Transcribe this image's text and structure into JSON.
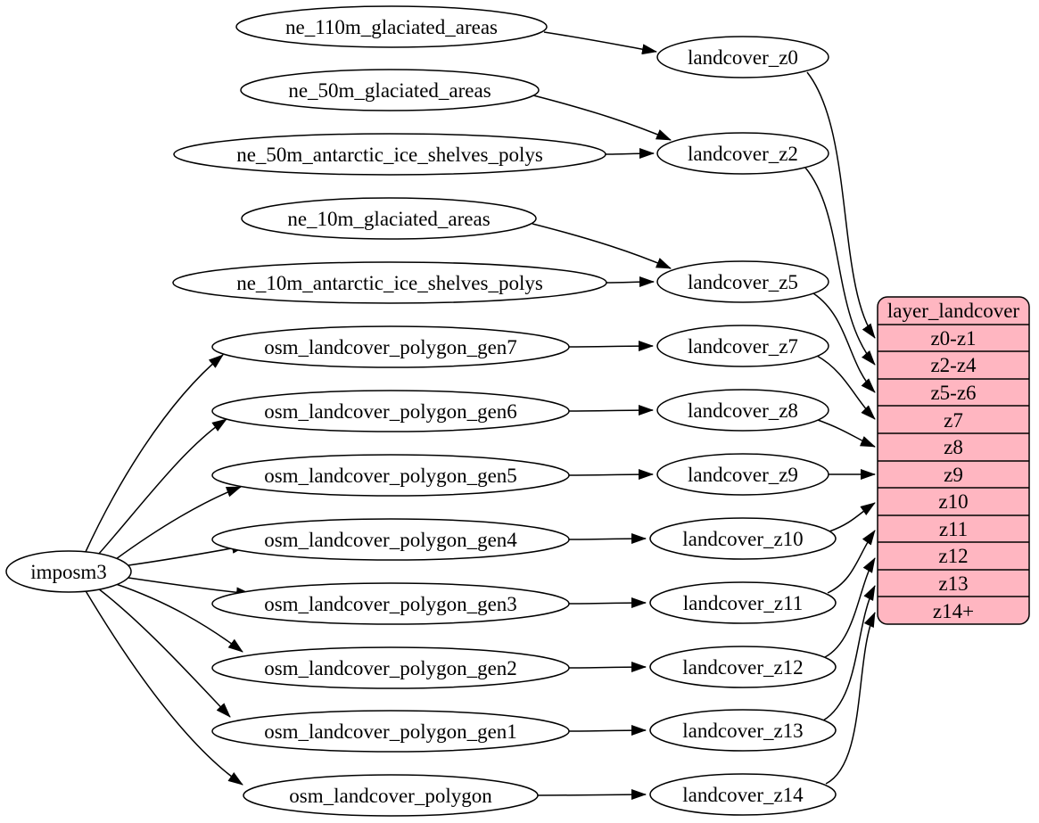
{
  "diagram": {
    "kind": "graphviz-dependency-graph",
    "colors": {
      "background": "#ffffff",
      "node_fill": "#ffffff",
      "record_fill": "#ffb6c1",
      "stroke": "#000000",
      "text": "#000000"
    }
  },
  "nodes": {
    "root": {
      "label": "imposm3"
    },
    "sources": [
      {
        "label": "ne_110m_glaciated_areas"
      },
      {
        "label": "ne_50m_glaciated_areas"
      },
      {
        "label": "ne_50m_antarctic_ice_shelves_polys"
      },
      {
        "label": "ne_10m_glaciated_areas"
      },
      {
        "label": "ne_10m_antarctic_ice_shelves_polys"
      },
      {
        "label": "osm_landcover_polygon_gen7"
      },
      {
        "label": "osm_landcover_polygon_gen6"
      },
      {
        "label": "osm_landcover_polygon_gen5"
      },
      {
        "label": "osm_landcover_polygon_gen4"
      },
      {
        "label": "osm_landcover_polygon_gen3"
      },
      {
        "label": "osm_landcover_polygon_gen2"
      },
      {
        "label": "osm_landcover_polygon_gen1"
      },
      {
        "label": "osm_landcover_polygon"
      }
    ],
    "layers": [
      {
        "label": "landcover_z0"
      },
      {
        "label": "landcover_z2"
      },
      {
        "label": "landcover_z5"
      },
      {
        "label": "landcover_z7"
      },
      {
        "label": "landcover_z8"
      },
      {
        "label": "landcover_z9"
      },
      {
        "label": "landcover_z10"
      },
      {
        "label": "landcover_z11"
      },
      {
        "label": "landcover_z12"
      },
      {
        "label": "landcover_z13"
      },
      {
        "label": "landcover_z14"
      }
    ],
    "record": {
      "title": "layer_landcover",
      "rows": [
        "z0-z1",
        "z2-z4",
        "z5-z6",
        "z7",
        "z8",
        "z9",
        "z10",
        "z11",
        "z12",
        "z13",
        "z14+"
      ]
    }
  },
  "edges": [
    {
      "from": "imposm3",
      "to": "osm_landcover_polygon_gen7"
    },
    {
      "from": "imposm3",
      "to": "osm_landcover_polygon_gen6"
    },
    {
      "from": "imposm3",
      "to": "osm_landcover_polygon_gen5"
    },
    {
      "from": "imposm3",
      "to": "osm_landcover_polygon_gen4"
    },
    {
      "from": "imposm3",
      "to": "osm_landcover_polygon_gen3"
    },
    {
      "from": "imposm3",
      "to": "osm_landcover_polygon_gen2"
    },
    {
      "from": "imposm3",
      "to": "osm_landcover_polygon_gen1"
    },
    {
      "from": "imposm3",
      "to": "osm_landcover_polygon"
    },
    {
      "from": "ne_110m_glaciated_areas",
      "to": "landcover_z0"
    },
    {
      "from": "ne_50m_glaciated_areas",
      "to": "landcover_z2"
    },
    {
      "from": "ne_50m_antarctic_ice_shelves_polys",
      "to": "landcover_z2"
    },
    {
      "from": "ne_10m_glaciated_areas",
      "to": "landcover_z5"
    },
    {
      "from": "ne_10m_antarctic_ice_shelves_polys",
      "to": "landcover_z5"
    },
    {
      "from": "osm_landcover_polygon_gen7",
      "to": "landcover_z7"
    },
    {
      "from": "osm_landcover_polygon_gen6",
      "to": "landcover_z8"
    },
    {
      "from": "osm_landcover_polygon_gen5",
      "to": "landcover_z9"
    },
    {
      "from": "osm_landcover_polygon_gen4",
      "to": "landcover_z10"
    },
    {
      "from": "osm_landcover_polygon_gen3",
      "to": "landcover_z11"
    },
    {
      "from": "osm_landcover_polygon_gen2",
      "to": "landcover_z12"
    },
    {
      "from": "osm_landcover_polygon_gen1",
      "to": "landcover_z13"
    },
    {
      "from": "osm_landcover_polygon",
      "to": "landcover_z14"
    },
    {
      "from": "landcover_z0",
      "to": "layer_landcover:z0-z1"
    },
    {
      "from": "landcover_z2",
      "to": "layer_landcover:z2-z4"
    },
    {
      "from": "landcover_z5",
      "to": "layer_landcover:z5-z6"
    },
    {
      "from": "landcover_z7",
      "to": "layer_landcover:z7"
    },
    {
      "from": "landcover_z8",
      "to": "layer_landcover:z8"
    },
    {
      "from": "landcover_z9",
      "to": "layer_landcover:z9"
    },
    {
      "from": "landcover_z10",
      "to": "layer_landcover:z10"
    },
    {
      "from": "landcover_z11",
      "to": "layer_landcover:z11"
    },
    {
      "from": "landcover_z12",
      "to": "layer_landcover:z12"
    },
    {
      "from": "landcover_z13",
      "to": "layer_landcover:z13"
    },
    {
      "from": "landcover_z14",
      "to": "layer_landcover:z14+"
    }
  ]
}
